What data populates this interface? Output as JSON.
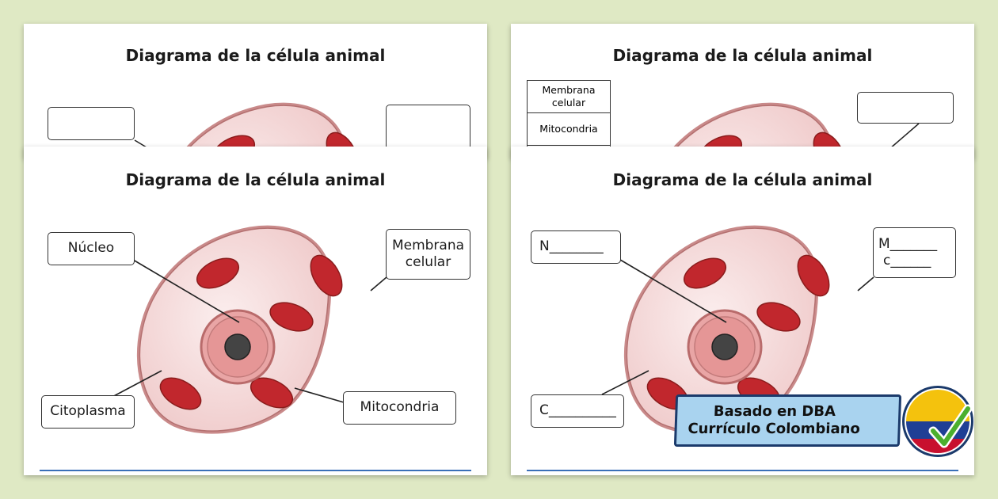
{
  "diagram_title": "Diagrama de la célula animal",
  "full_labels": {
    "nucleo": "Núcleo",
    "membrana_line1": "Membrana",
    "membrana_line2": "celular",
    "citoplasma": "Citoplasma",
    "mitocondria": "Mitocondria"
  },
  "word_bank": [
    "Membrana celular",
    "Mitocondria"
  ],
  "hint_labels": {
    "nucleo": "N________",
    "membrana_line1": "M_______",
    "membrana_line2": "c______",
    "citoplasma": "C__________"
  },
  "badge": {
    "line1": "Basado en DBA",
    "line2": "Currículo Colombiano"
  },
  "colors": {
    "background": "#dfe9c4",
    "cell_fill": "#f3d6d6",
    "membrane": "#c98a8a",
    "mitochondria": "#c1272d",
    "nucleus_fill": "#e89a9a",
    "nucleolus": "#444444",
    "badge_fill": "#a9d3ef",
    "badge_border": "#1b3a6b",
    "flag_yellow": "#f4c20d",
    "flag_blue": "#1f3f95",
    "flag_red": "#c8102e",
    "check": "#4caf2e"
  },
  "icons": [
    "colombia-flag-icon",
    "checkmark-icon"
  ]
}
